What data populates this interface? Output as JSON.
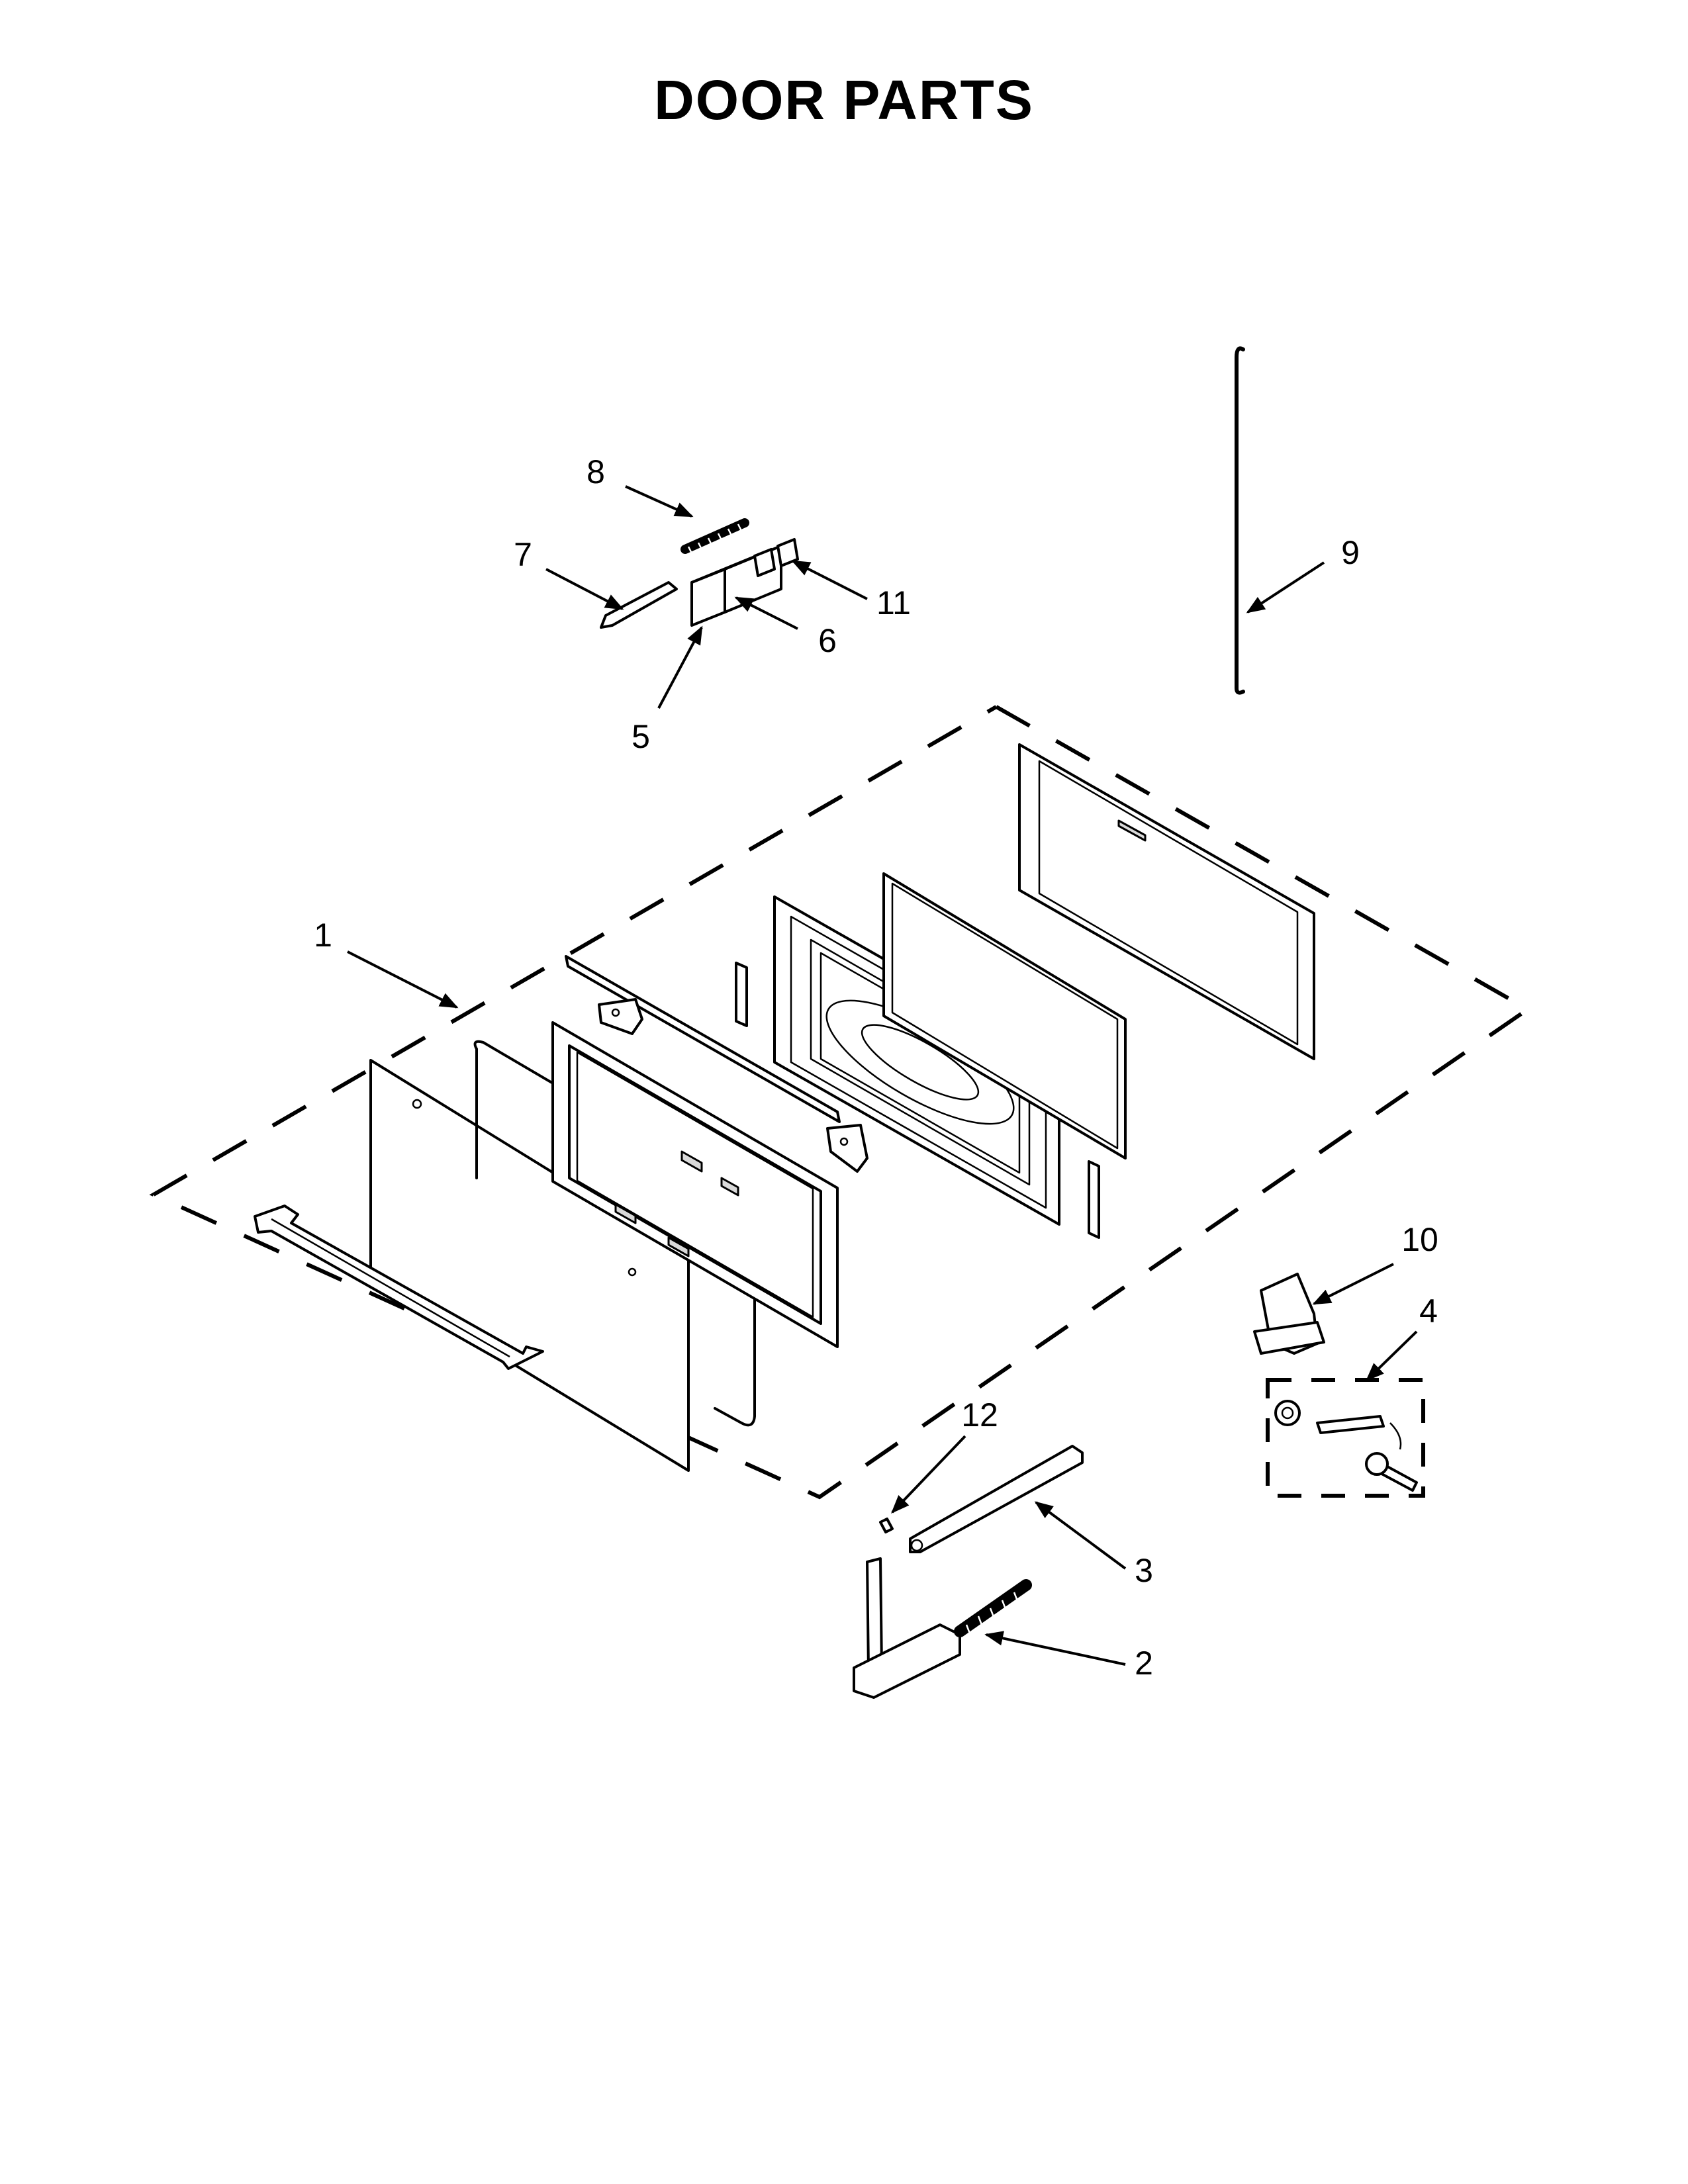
{
  "title": "DOOR PARTS",
  "callouts": [
    {
      "id": "1",
      "label": "1"
    },
    {
      "id": "2",
      "label": "2"
    },
    {
      "id": "3",
      "label": "3"
    },
    {
      "id": "4",
      "label": "4"
    },
    {
      "id": "5",
      "label": "5"
    },
    {
      "id": "6",
      "label": "6"
    },
    {
      "id": "7",
      "label": "7"
    },
    {
      "id": "8",
      "label": "8"
    },
    {
      "id": "9",
      "label": "9"
    },
    {
      "id": "10",
      "label": "10"
    },
    {
      "id": "11",
      "label": "11"
    },
    {
      "id": "12",
      "label": "12"
    }
  ]
}
